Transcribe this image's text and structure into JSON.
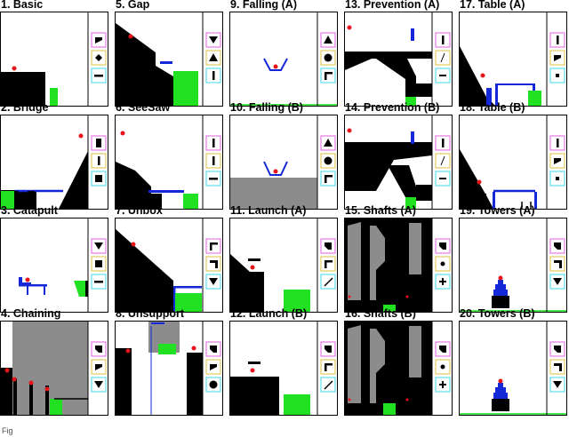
{
  "figure": {
    "panels": [
      {
        "title": "1. Basic"
      },
      {
        "title": "5. Gap"
      },
      {
        "title": "9. Falling (A)"
      },
      {
        "title": "13. Prevention (A)"
      },
      {
        "title": "17. Table (A)"
      },
      {
        "title": "2. Bridge"
      },
      {
        "title": "6. SeeSaw"
      },
      {
        "title": "10. Falling (B)"
      },
      {
        "title": "14. Prevention (B)"
      },
      {
        "title": "18. Table (B)"
      },
      {
        "title": "3. Catapult"
      },
      {
        "title": "7. Unbox"
      },
      {
        "title": "11. Launch (A)"
      },
      {
        "title": "15. Shafts (A)"
      },
      {
        "title": "19. Towers (A)"
      },
      {
        "title": "4. Chaining"
      },
      {
        "title": "8. Unsupport"
      },
      {
        "title": "12. Launch (B)"
      },
      {
        "title": "16. Shafts (B)"
      },
      {
        "title": "20. Towers (B)"
      }
    ],
    "caption_fragment": "Fig"
  },
  "colors": {
    "ball": "#e8141a",
    "goal": "#22e022",
    "bar": "#1428d8",
    "terrain": "#000000",
    "gray": "#8c8c8c",
    "tool_frame_1": "#e060e0",
    "tool_frame_2": "#e0c040",
    "tool_frame_3": "#40d8e8"
  }
}
